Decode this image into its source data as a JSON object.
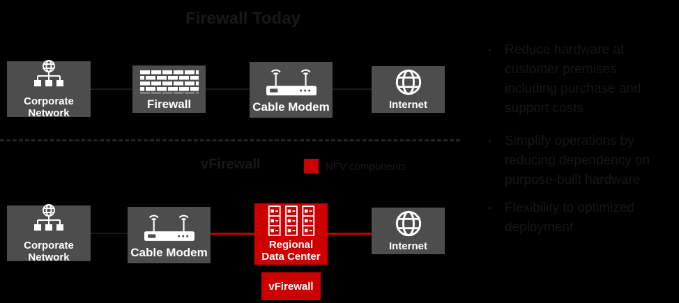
{
  "top_section": {
    "title": "Firewall Today",
    "nodes": [
      {
        "label": "Corporate Network",
        "icon": "corporate-network-icon"
      },
      {
        "label": "Firewall",
        "icon": "firewall-brick-icon"
      },
      {
        "label": "Cable Modem",
        "icon": "cable-modem-icon"
      },
      {
        "label": "Internet",
        "icon": "globe-icon"
      }
    ]
  },
  "bottom_section": {
    "title": "vFirewall",
    "legend": {
      "swatch_color": "#cc0000",
      "label": "NFV components"
    },
    "nodes": [
      {
        "label": "Corporate Network",
        "icon": "corporate-network-icon"
      },
      {
        "label": "Cable Modem",
        "icon": "cable-modem-icon"
      },
      {
        "label": "Regional Data Center",
        "icon": "data-center-icon",
        "highlight": true
      },
      {
        "label": "Internet",
        "icon": "globe-icon"
      }
    ],
    "vfirewall_label": "vFirewall"
  },
  "bullets": {
    "marker": "▪",
    "items": [
      "Reduce hardware at\ncustomer premises\nincluding purchase and\nsupport costs",
      "Simplify operations by\nreducing dependency on\npurpose-built hardware",
      "Flexibility to optimized\ndeployment"
    ]
  },
  "colors": {
    "background": "#000000",
    "node_gray": "#4d4d4d",
    "accent_red": "#cc0000",
    "ink": "#181818"
  }
}
